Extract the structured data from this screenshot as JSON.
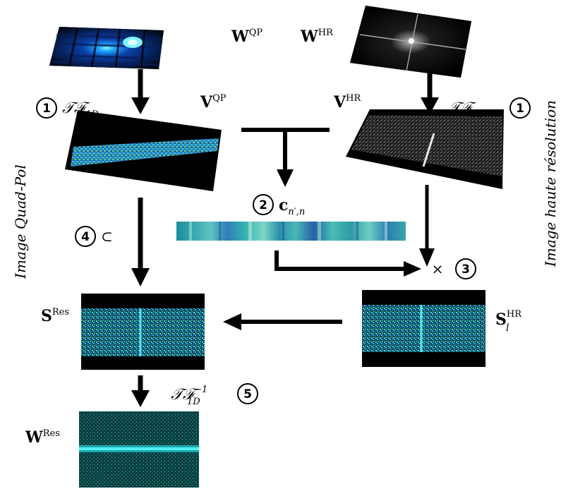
{
  "labels": {
    "w_qp": "W",
    "w_qp_sup": "QP",
    "w_hr": "W",
    "w_hr_sup": "HR",
    "v_qp": "V",
    "v_qp_sup": "QP",
    "v_hr": "V",
    "v_hr_sup": "HR",
    "s_res": "S",
    "s_res_sup": "Res",
    "s_hr": "S",
    "s_hr_sup": "HR",
    "s_hr_sub": "l",
    "w_res": "W",
    "w_res_sup": "Res",
    "c_main": "c",
    "c_sub": "n′,n"
  },
  "operations": {
    "step1_left_num": "1",
    "step1_right_num": "1",
    "tf": "𝒯ℱ",
    "tf_sub": "1D",
    "tf_inv_sup": "−1",
    "step2_num": "2",
    "step3_num": "3",
    "step3_symbol": "×",
    "step4_num": "4",
    "step4_symbol": "⊂",
    "step5_num": "5"
  },
  "side_labels": {
    "left": "Image Quad-Pol",
    "right": "Image haute résolution"
  },
  "colors": {
    "qp_blue": "#1e6fe0",
    "cyan": "#28d2d8",
    "teal": "#1aa0a0",
    "black": "#000000"
  }
}
